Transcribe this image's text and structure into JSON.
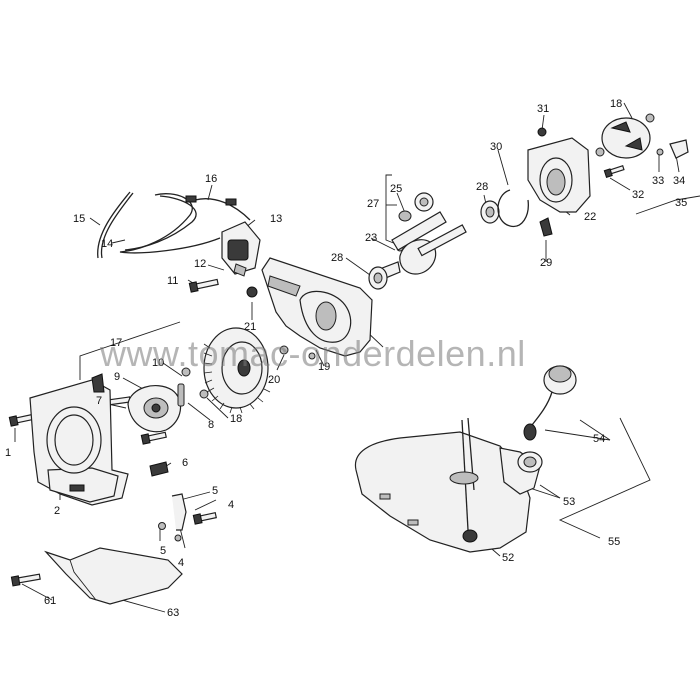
{
  "watermark": "www.tomac-onderdelen.nl",
  "callouts": [
    {
      "id": "c1",
      "text": "1"
    },
    {
      "id": "c2",
      "text": "2"
    },
    {
      "id": "c4a",
      "text": "4"
    },
    {
      "id": "c4b",
      "text": "4"
    },
    {
      "id": "c5a",
      "text": "5"
    },
    {
      "id": "c5b",
      "text": "5"
    },
    {
      "id": "c6",
      "text": "6"
    },
    {
      "id": "c7",
      "text": "7"
    },
    {
      "id": "c8",
      "text": "8"
    },
    {
      "id": "c9",
      "text": "9"
    },
    {
      "id": "c10",
      "text": "10"
    },
    {
      "id": "c11",
      "text": "11"
    },
    {
      "id": "c12",
      "text": "12"
    },
    {
      "id": "c13",
      "text": "13"
    },
    {
      "id": "c14",
      "text": "14"
    },
    {
      "id": "c15",
      "text": "15"
    },
    {
      "id": "c16",
      "text": "16"
    },
    {
      "id": "c17",
      "text": "17"
    },
    {
      "id": "c18a",
      "text": "18"
    },
    {
      "id": "c18b",
      "text": "18"
    },
    {
      "id": "c19",
      "text": "19"
    },
    {
      "id": "c20",
      "text": "20"
    },
    {
      "id": "c21",
      "text": "21"
    },
    {
      "id": "c22",
      "text": "22"
    },
    {
      "id": "c23",
      "text": "23"
    },
    {
      "id": "c25",
      "text": "25"
    },
    {
      "id": "c27",
      "text": "27"
    },
    {
      "id": "c28a",
      "text": "28"
    },
    {
      "id": "c28b",
      "text": "28"
    },
    {
      "id": "c29",
      "text": "29"
    },
    {
      "id": "c30",
      "text": "30"
    },
    {
      "id": "c31",
      "text": "31"
    },
    {
      "id": "c32",
      "text": "32"
    },
    {
      "id": "c33",
      "text": "33"
    },
    {
      "id": "c34",
      "text": "34"
    },
    {
      "id": "c35",
      "text": "35"
    },
    {
      "id": "c52",
      "text": "52"
    },
    {
      "id": "c53",
      "text": "53"
    },
    {
      "id": "c54",
      "text": "54"
    },
    {
      "id": "c55",
      "text": "55"
    },
    {
      "id": "c61",
      "text": "61"
    },
    {
      "id": "c63",
      "text": "63"
    }
  ]
}
